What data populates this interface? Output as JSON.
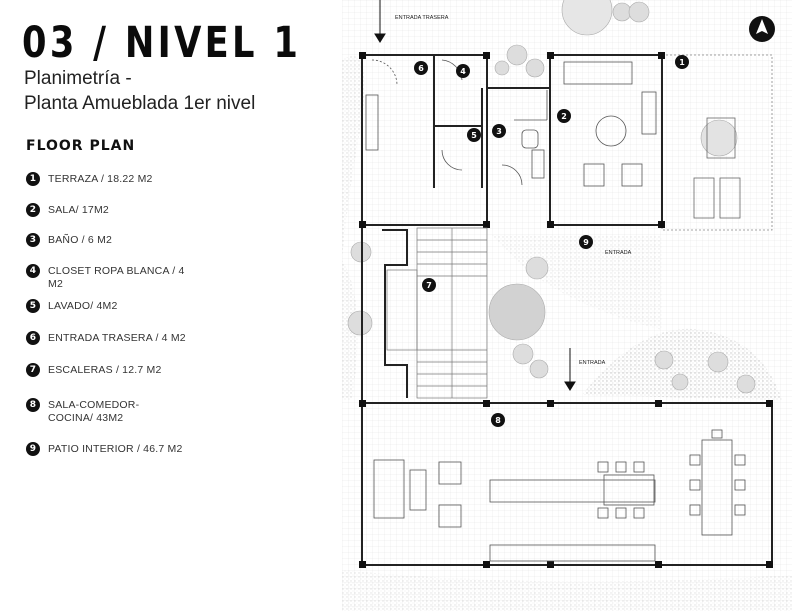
{
  "header": {
    "title": "03 / NIVEL 1",
    "subtitle_line1": "Planimetría -",
    "subtitle_line2": "Planta Amueblada 1er nivel"
  },
  "legend": {
    "heading": "FLOOR PLAN",
    "items": [
      {
        "num": "1",
        "text": "TERRAZA / 18.22 M2"
      },
      {
        "num": "2",
        "text": "SALA/ 17M2"
      },
      {
        "num": "3",
        "text": "BAÑO / 6 M2"
      },
      {
        "num": "4",
        "text": "CLOSET ROPA BLANCA / 4 M2"
      },
      {
        "num": "5",
        "text": "LAVADO/ 4M2"
      },
      {
        "num": "6",
        "text": "ENTRADA TRASERA / 4 M2"
      },
      {
        "num": "7",
        "text": "ESCALERAS / 12.7 M2"
      },
      {
        "num": "8",
        "text": "SALA-COMEDOR- COCINA/ 43M2"
      },
      {
        "num": "9",
        "text": "PATIO INTERIOR / 46.7 M2"
      }
    ]
  },
  "plan": {
    "label_entrada_trasera": "ENTRADA TRASERA",
    "label_entrada_1": "ENTRADA",
    "label_entrada_2": "ENTRADA",
    "north_arrow": "north-arrow-icon",
    "markers": [
      "1",
      "2",
      "3",
      "4",
      "5",
      "6",
      "7",
      "8",
      "9"
    ]
  },
  "colors": {
    "ink": "#111111",
    "paper": "#ffffff",
    "texture": "#bdbdbd"
  }
}
